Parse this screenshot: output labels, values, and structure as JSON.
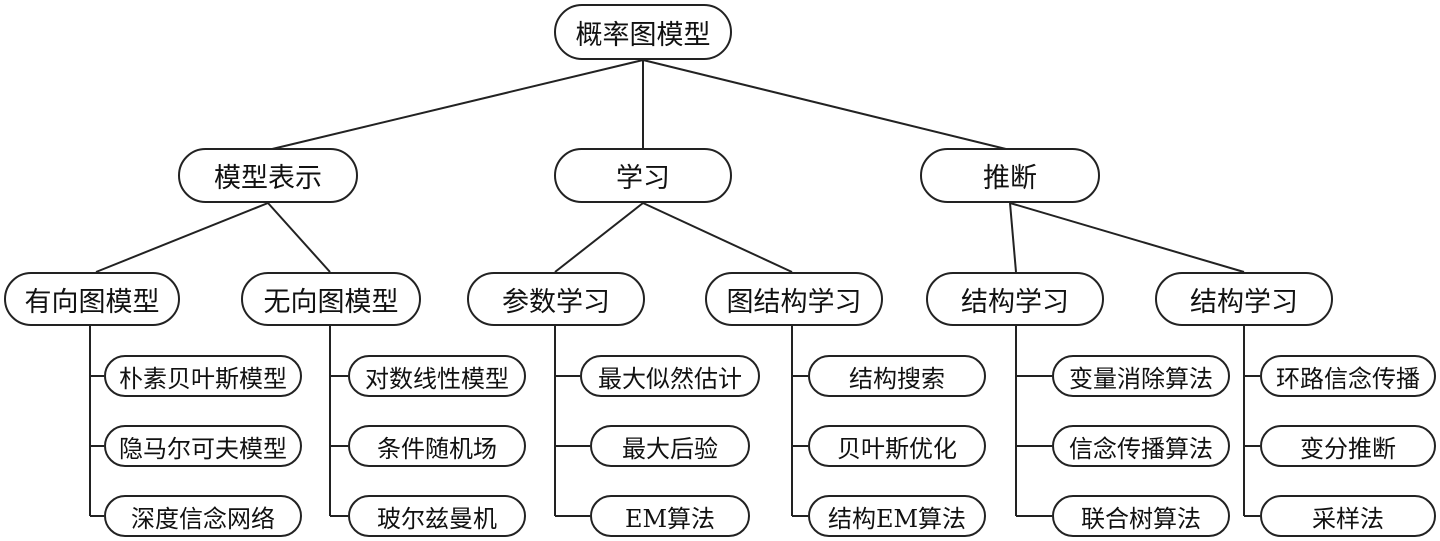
{
  "root": "概率图模型",
  "branches": [
    {
      "label": "模型表示",
      "children": [
        {
          "label": "有向图模型",
          "items": [
            "朴素贝叶斯模型",
            "隐马尔可夫模型",
            "深度信念网络"
          ]
        },
        {
          "label": "无向图模型",
          "items": [
            "对数线性模型",
            "条件随机场",
            "玻尔兹曼机"
          ]
        }
      ]
    },
    {
      "label": "学习",
      "children": [
        {
          "label": "参数学习",
          "items": [
            "最大似然估计",
            "最大后验",
            "EM算法"
          ]
        },
        {
          "label": "图结构学习",
          "items": [
            "结构搜索",
            "贝叶斯优化",
            "结构EM算法"
          ]
        }
      ]
    },
    {
      "label": "推断",
      "children": [
        {
          "label": "结构学习",
          "items": [
            "变量消除算法",
            "信念传播算法",
            "联合树算法"
          ]
        },
        {
          "label": "结构学习",
          "items": [
            "环路信念传播",
            "变分推断",
            "采样法"
          ]
        }
      ]
    }
  ]
}
